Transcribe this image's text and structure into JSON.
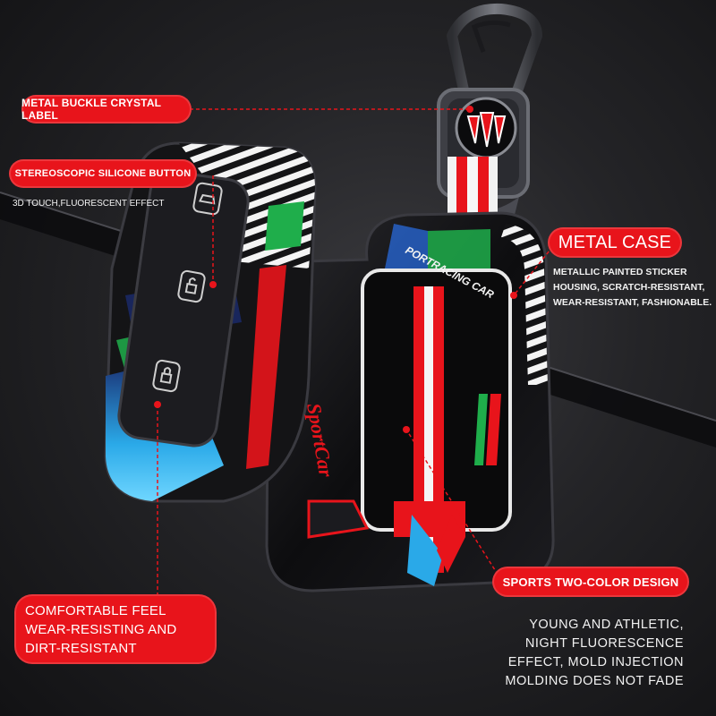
{
  "labels": {
    "metal_buckle": "METAL BUCKLE CRYSTAL LABEL",
    "silicone_button": "STEREOSCOPIC SILICONE BUTTON",
    "silicone_button_note": "3D TOUCH,FLUORESCENT EFFECT",
    "metal_case": "METAL CASE",
    "metal_case_note": "METALLIC PAINTED STICKER\nHOUSING, SCRATCH-RESISTANT,\nWEAR-RESISTANT, FASHIONABLE.",
    "comfort": "COMFORTABLE FEEL\nWEAR-RESISTING AND\nDIRT-RESISTANT",
    "sports_design": "SPORTS TWO-COLOR DESIGN",
    "sports_design_note": "YOUNG AND ATHLETIC,\nNIGHT FLUORESCENCE\nEFFECT, MOLD INJECTION\nMOLDING DOES NOT FADE"
  },
  "product_text": {
    "sportcar": "SportCar",
    "portracing": "PORTRACING CAR"
  },
  "colors": {
    "accent_red": "#e8141b",
    "case_black": "#141416",
    "stripe_green": "#1fae4b",
    "stripe_blue": "#2aa9e8",
    "metal_gray": "#5a5c63"
  },
  "icons": [
    "car-lock-icon",
    "unlock-icon",
    "lock-icon",
    "trunk-icon",
    "keyring-clip-icon",
    "crystal-emblem-icon"
  ]
}
